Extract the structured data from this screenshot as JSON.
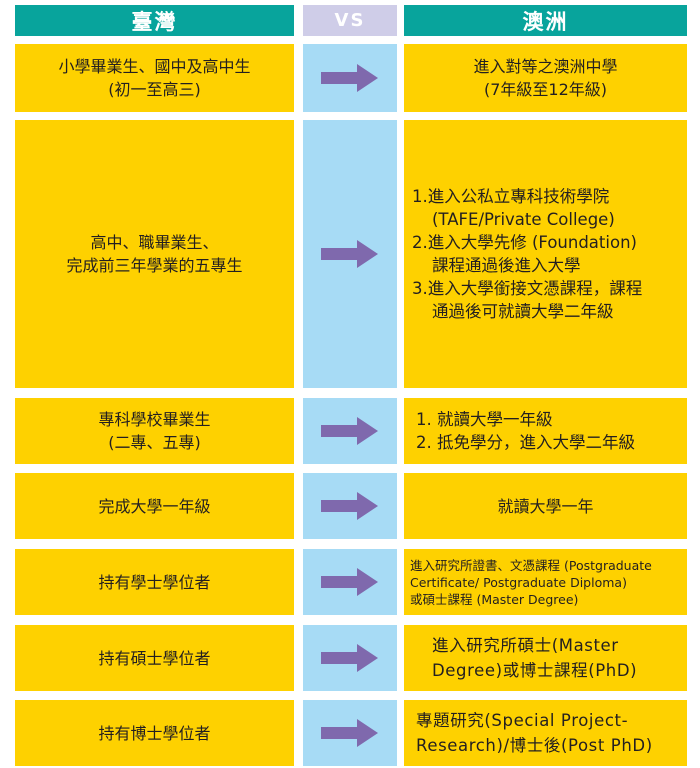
{
  "header": {
    "left": "臺灣",
    "mid": "VS",
    "right": "澳洲"
  },
  "arrow_color": "#7f69ad",
  "rows": [
    {
      "left": [
        "小學畢業生、國中及高中生",
        "(初一至高三)"
      ],
      "right": [
        "進入對等之澳洲中學",
        "(7年級至12年級)"
      ]
    },
    {
      "left": [
        "高中、職畢業生、",
        "完成前三年學業的五專生"
      ],
      "right": [
        "1.進入公私立專科技術學院",
        "(TAFE/Private College)",
        "2.進入大學先修 (Foundation)",
        "課程通過後進入大學",
        "3.進入大學銜接文憑課程，課程",
        "通過後可就讀大學二年級"
      ]
    },
    {
      "left": [
        "專科學校畢業生",
        "(二專、五專)"
      ],
      "right": [
        "1. 就讀大學一年級",
        "2. 抵免學分，進入大學二年級"
      ]
    },
    {
      "left": [
        "完成大學一年級"
      ],
      "right": [
        "就讀大學一年"
      ]
    },
    {
      "left": [
        "持有學士學位者"
      ],
      "right": [
        "進入研究所證書、文憑課程 (Postgraduate",
        "Certificate/ Postgraduate Diploma)",
        "或碩士課程 (Master Degree)"
      ]
    },
    {
      "left": [
        "持有碩士學位者"
      ],
      "right": [
        "進入研究所碩士(Master",
        "Degree)或博士課程(PhD)"
      ]
    },
    {
      "left": [
        "持有博士學位者"
      ],
      "right": [
        "專題研究(Special Project-",
        "Research)/博士後(Post PhD)"
      ]
    }
  ]
}
